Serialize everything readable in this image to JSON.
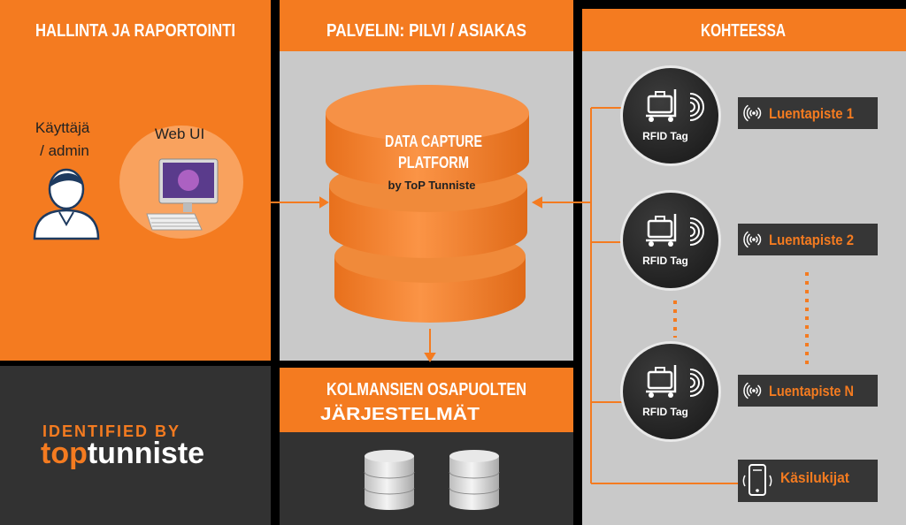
{
  "colors": {
    "orange": "#f47b20",
    "orange_light": "#f89a4e",
    "gray_panel": "#c9c9c9",
    "dark": "#323232",
    "tag_dark": "#2b2b2b",
    "reader_box": "#363636",
    "white": "#ffffff"
  },
  "left_panel": {
    "header": "HALLINTA JA RAPORTOINTI",
    "user_label": "Käyttäjä\n/ admin",
    "webui_label": "Web UI"
  },
  "center_panel": {
    "header": "PALVELIN: PILVI / ASIAKAS",
    "db_title_line1": "DATA CAPTURE",
    "db_title_line2": "PLATFORM",
    "db_subtitle": "by ToP Tunniste"
  },
  "third_party": {
    "header_line1": "KOLMANSIEN OSAPUOLTEN",
    "header_line2": "JÄRJESTELMÄT"
  },
  "right_panel": {
    "header": "KOHTEESSA",
    "tags": [
      {
        "label": "RFID Tag"
      },
      {
        "label": "RFID Tag"
      },
      {
        "label": "RFID Tag"
      }
    ],
    "readers": [
      {
        "label": "Luentapiste 1"
      },
      {
        "label": "Luentapiste 2"
      },
      {
        "label": "Luentapiste N"
      }
    ],
    "handheld": {
      "label": "Käsilukijat"
    }
  },
  "logo": {
    "tagline": "IDENTIFIED BY",
    "brand_part1": "top",
    "brand_part2": "tunniste"
  },
  "icons": [
    "user-icon",
    "computer-icon",
    "database-icon",
    "luggage-cart-icon",
    "rfid-wave-icon",
    "signal-icon",
    "phone-icon"
  ]
}
